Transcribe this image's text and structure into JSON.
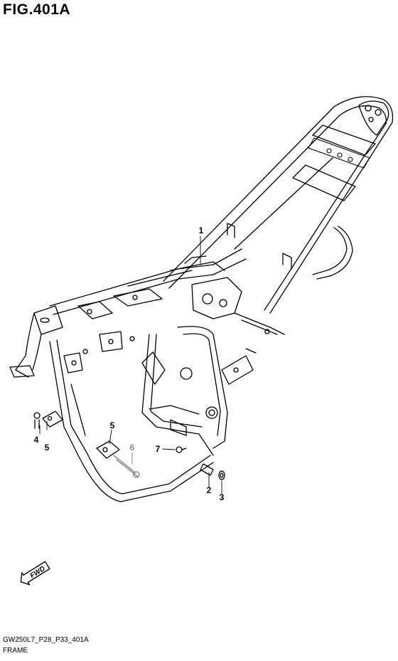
{
  "figure": {
    "title": "FIG.401A"
  },
  "callouts": [
    {
      "id": "1",
      "label": "1",
      "emphasis": "normal"
    },
    {
      "id": "2",
      "label": "2",
      "emphasis": "normal"
    },
    {
      "id": "3",
      "label": "3",
      "emphasis": "normal"
    },
    {
      "id": "4",
      "label": "4",
      "emphasis": "normal"
    },
    {
      "id": "5a",
      "label": "5",
      "emphasis": "normal"
    },
    {
      "id": "5b",
      "label": "5",
      "emphasis": "normal"
    },
    {
      "id": "6",
      "label": "6",
      "emphasis": "grey"
    },
    {
      "id": "7",
      "label": "7",
      "emphasis": "normal"
    }
  ],
  "fwd_badge": {
    "text": "FWD",
    "icon": "fwd-arrow-icon"
  },
  "footer": {
    "code": "GW250L7_P28_P33_401A",
    "name": "FRAME"
  }
}
